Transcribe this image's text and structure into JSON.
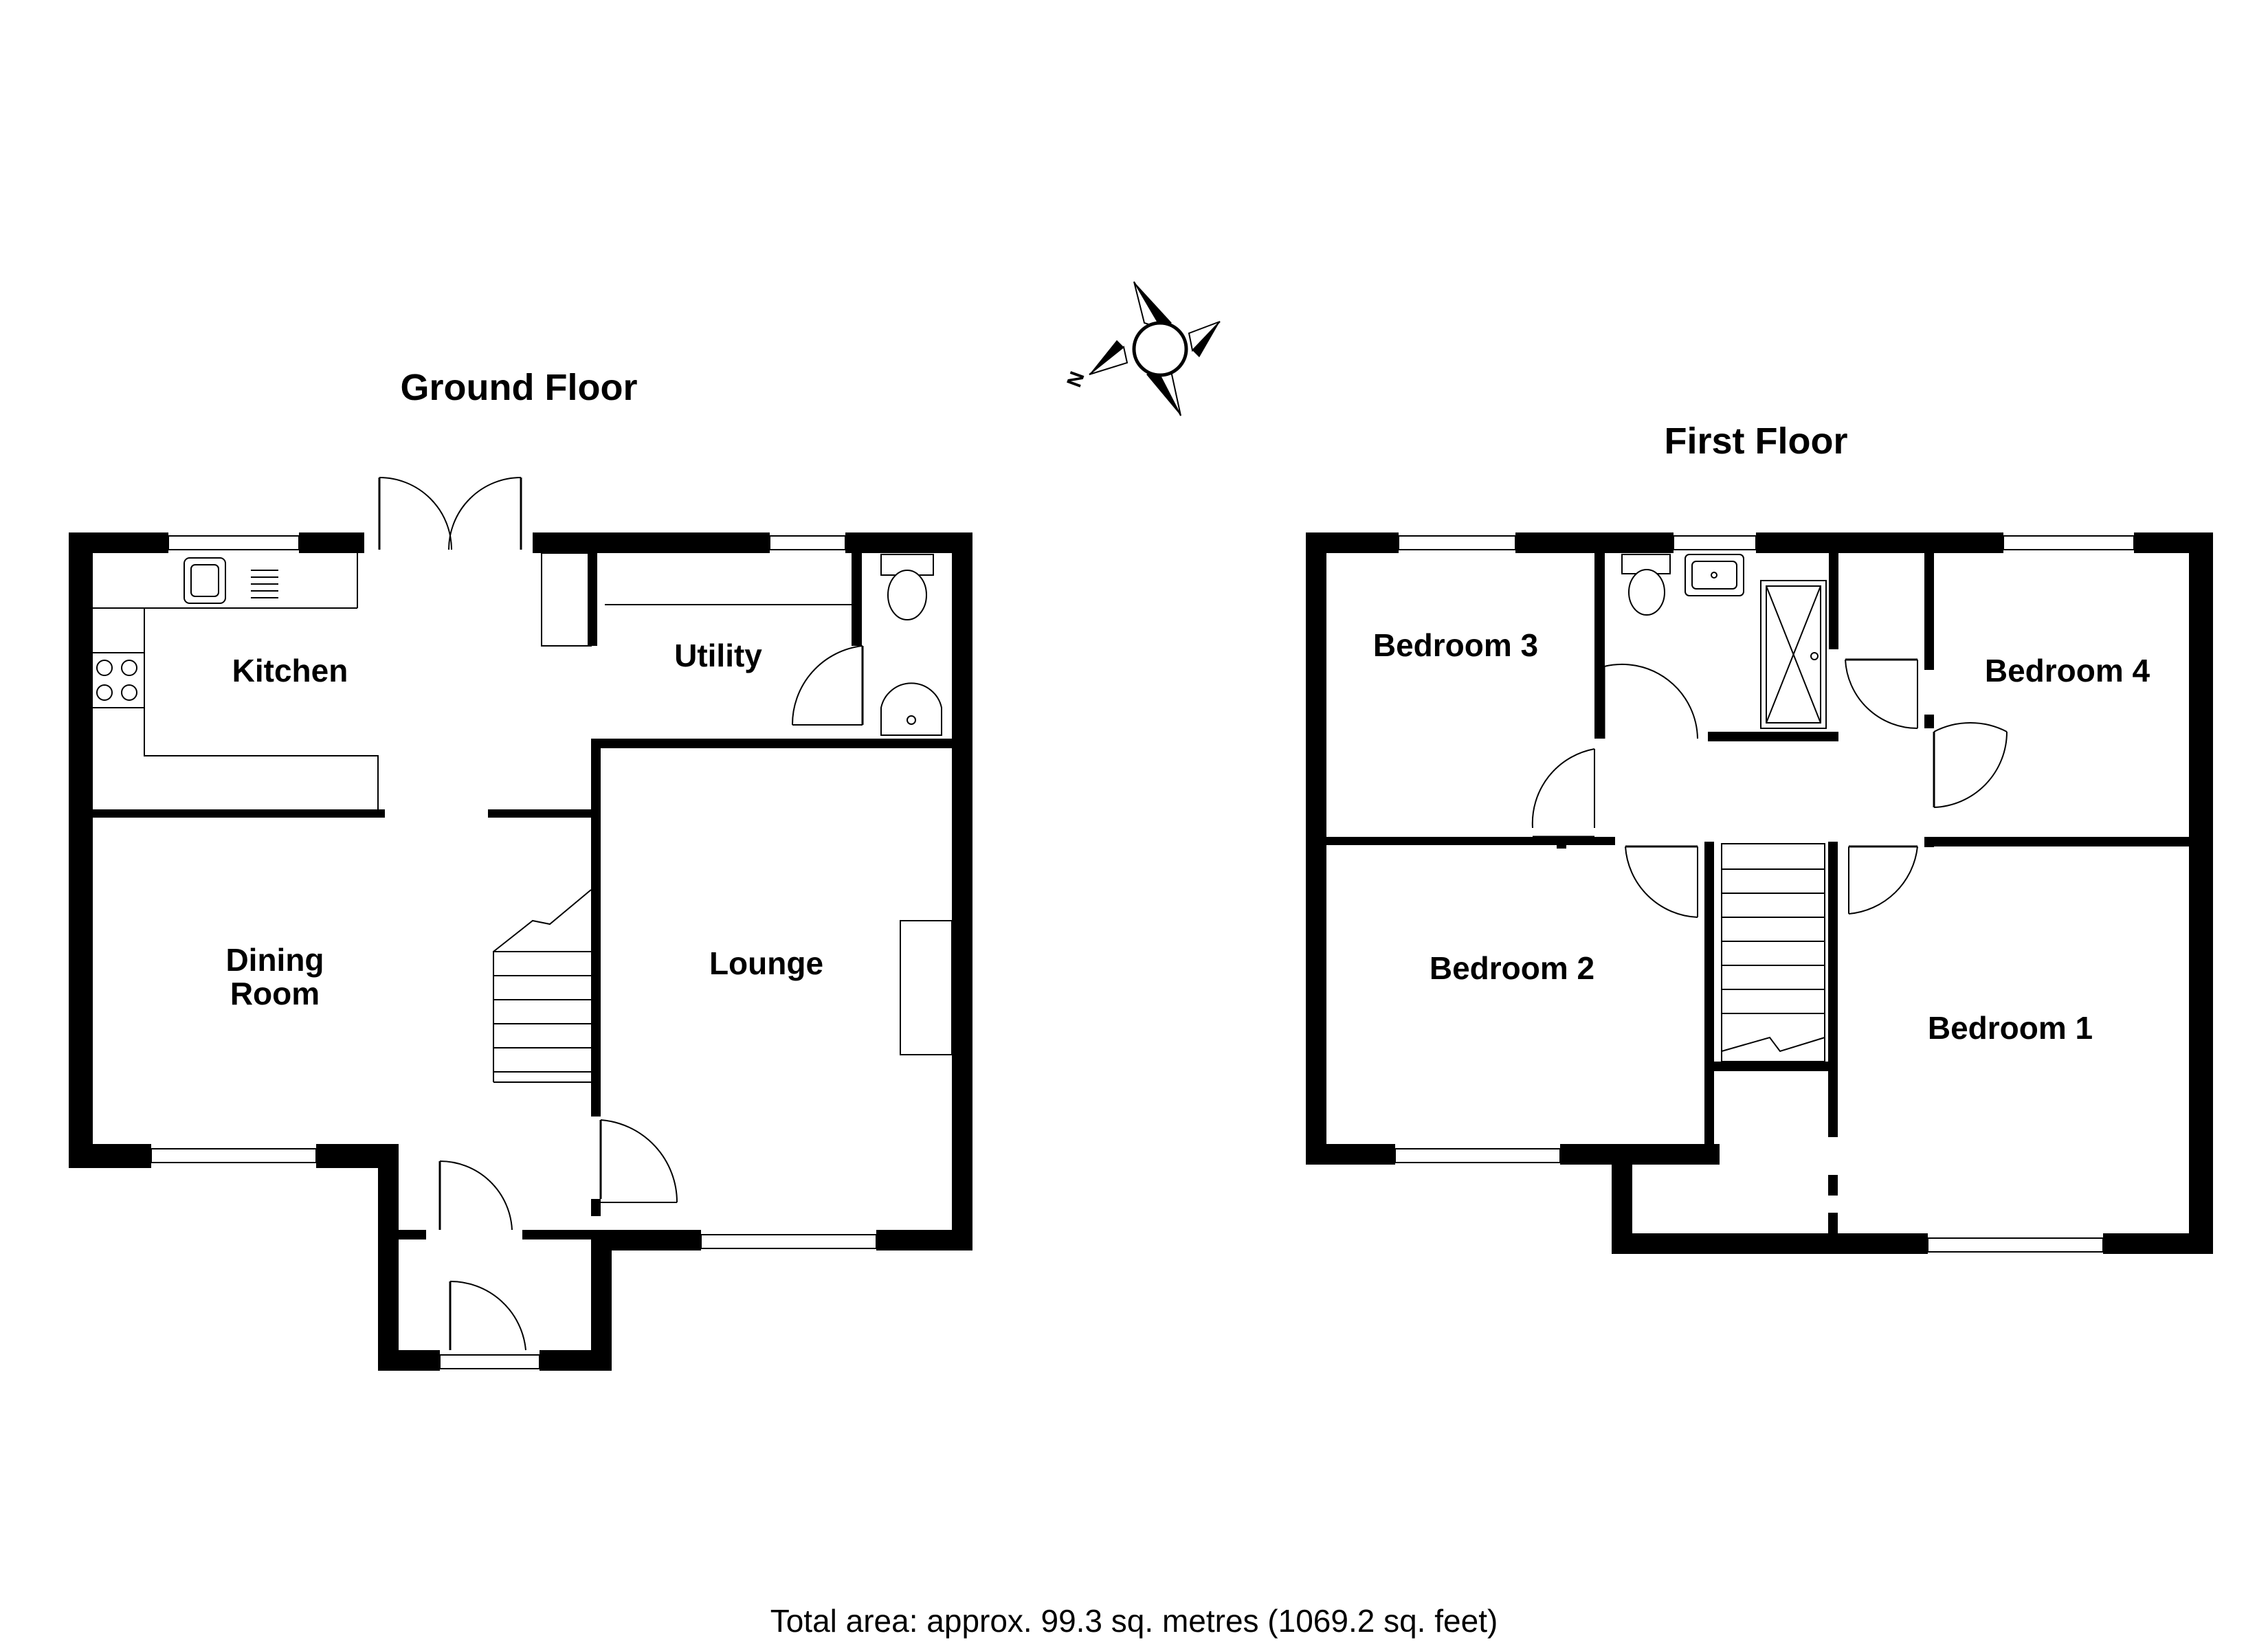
{
  "ground_floor": {
    "title": "Ground Floor",
    "rooms": {
      "kitchen": "Kitchen",
      "utility": "Utility",
      "dining_line1": "Dining",
      "dining_line2": "Room",
      "lounge": "Lounge"
    }
  },
  "first_floor": {
    "title": "First Floor",
    "rooms": {
      "bedroom_1": "Bedroom 1",
      "bedroom_2": "Bedroom 2",
      "bedroom_3": "Bedroom 3",
      "bedroom_4": "Bedroom 4"
    }
  },
  "compass": {
    "label": "N"
  },
  "footer": {
    "total_area": "Total area: approx. 99.3 sq. metres (1069.2 sq. feet)"
  }
}
